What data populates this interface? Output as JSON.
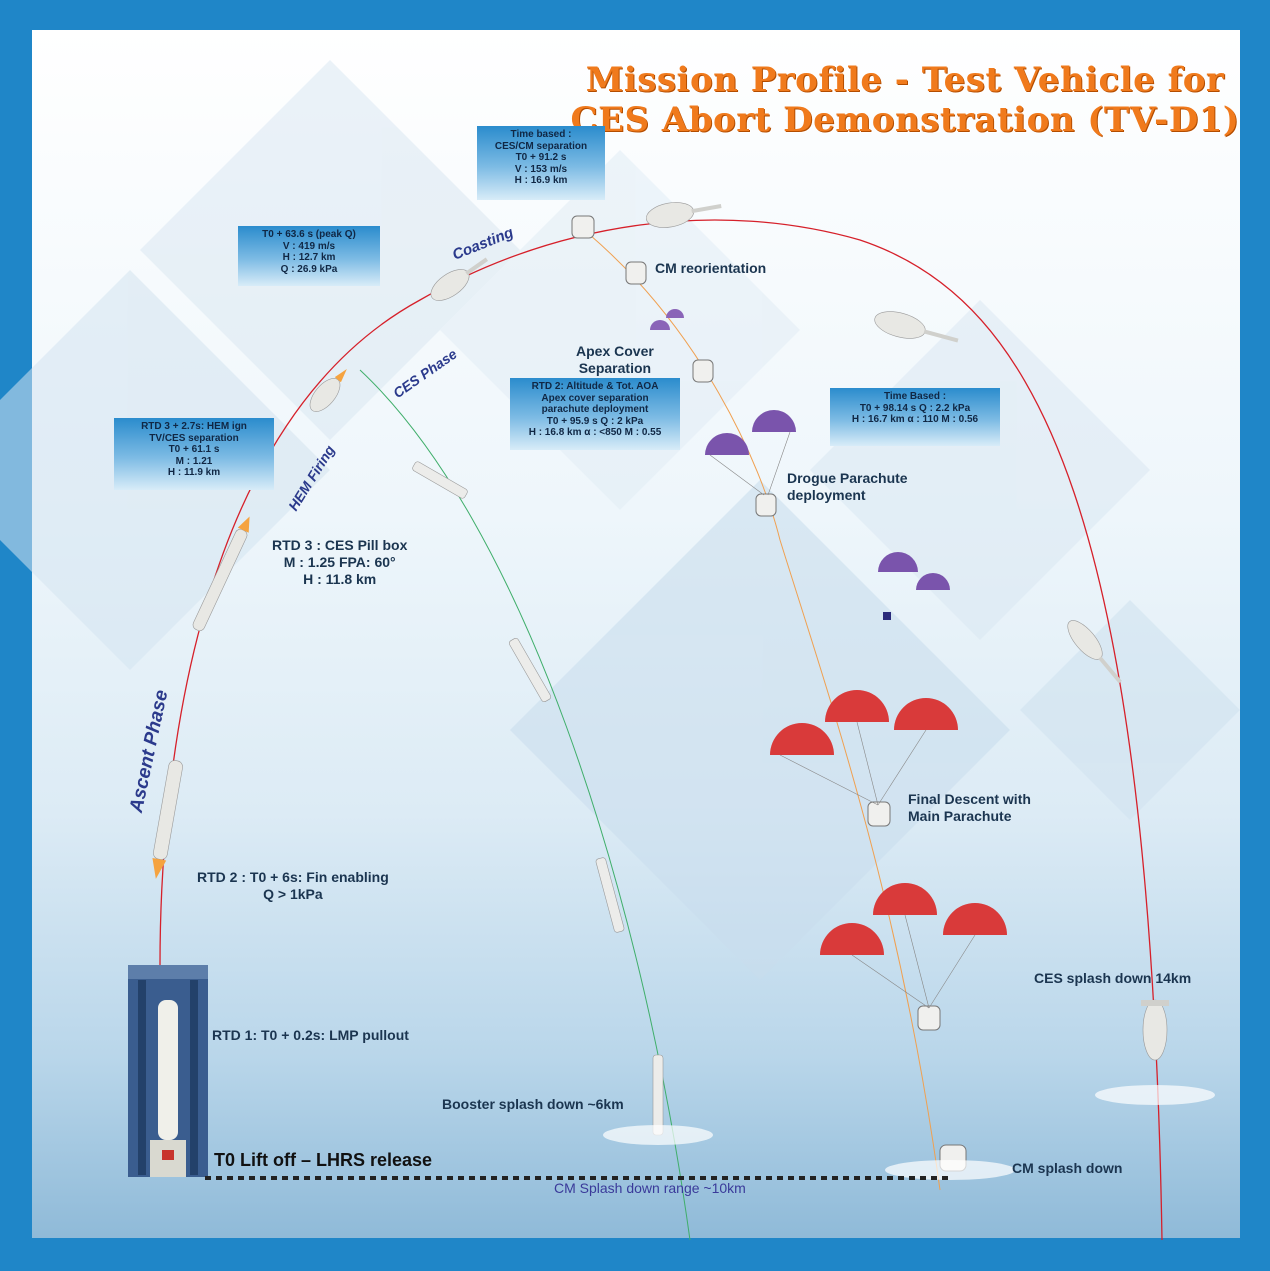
{
  "title": {
    "line1": "Mission Profile - Test Vehicle for",
    "line2": "CES Abort Demonstration (TV-D1)"
  },
  "boxes": {
    "ces_cm_sep": [
      "Time based :",
      "CES/CM separation",
      "T0 + 91.2 s",
      "V : 153 m/s",
      "H : 16.9 km"
    ],
    "peak_q": [
      "T0 + 63.6 s (peak Q)",
      "V : 419 m/s",
      "H : 12.7 km",
      "Q : 26.9 kPa"
    ],
    "rtd3_hem": [
      "RTD 3 + 2.7s:  HEM ign",
      "TV/CES separation",
      "T0 + 61.1 s",
      "M : 1.21",
      "H : 11.9 km"
    ],
    "rtd2_alt": [
      "RTD 2: Altitude & Tot. AOA",
      "Apex cover separation",
      "parachute deployment",
      "T0 + 95.9 s       Q : 2 kPa",
      "H : 16.8 km    α : <850   M : 0.55"
    ],
    "time_based": [
      "Time Based :",
      "T0 + 98.14 s  Q : 2.2 kPa",
      "H : 16.7 km  α : 110  M : 0.56"
    ]
  },
  "phases": {
    "coasting": "Coasting",
    "ces": "CES Phase",
    "hem": "HEM Firing",
    "ascent": "Ascent Phase"
  },
  "labels": {
    "cm_reorientation": "CM reorientation",
    "apex_cover": [
      "Apex Cover",
      "Separation"
    ],
    "drogue": [
      "Drogue Parachute",
      "deployment"
    ],
    "final_descent": [
      "Final Descent with",
      "Main Parachute"
    ],
    "rtd3_pill": [
      "RTD 3 :  CES Pill box",
      "M : 1.25 FPA: 60°",
      "H : 11.8 km"
    ],
    "rtd2_fin": [
      "RTD 2 : T0 + 6s:  Fin enabling",
      "Q > 1kPa"
    ],
    "rtd1": "RTD 1: T0 + 0.2s:  LMP pullout",
    "booster_splash": "Booster splash down ~6km",
    "t0_liftoff": "T0 Lift off – LHRS release",
    "cm_range": "CM Splash down range ~10km",
    "cm_splash": "CM splash down",
    "ces_splash": "CES splash down 14km"
  },
  "colors": {
    "trajectory": "#d6202a",
    "booster_path": "#3fae6a",
    "cm_path": "#f0a050",
    "title": "#f07a1c",
    "phase_text": "#2b3a8c",
    "frame": "#1f86c8"
  }
}
